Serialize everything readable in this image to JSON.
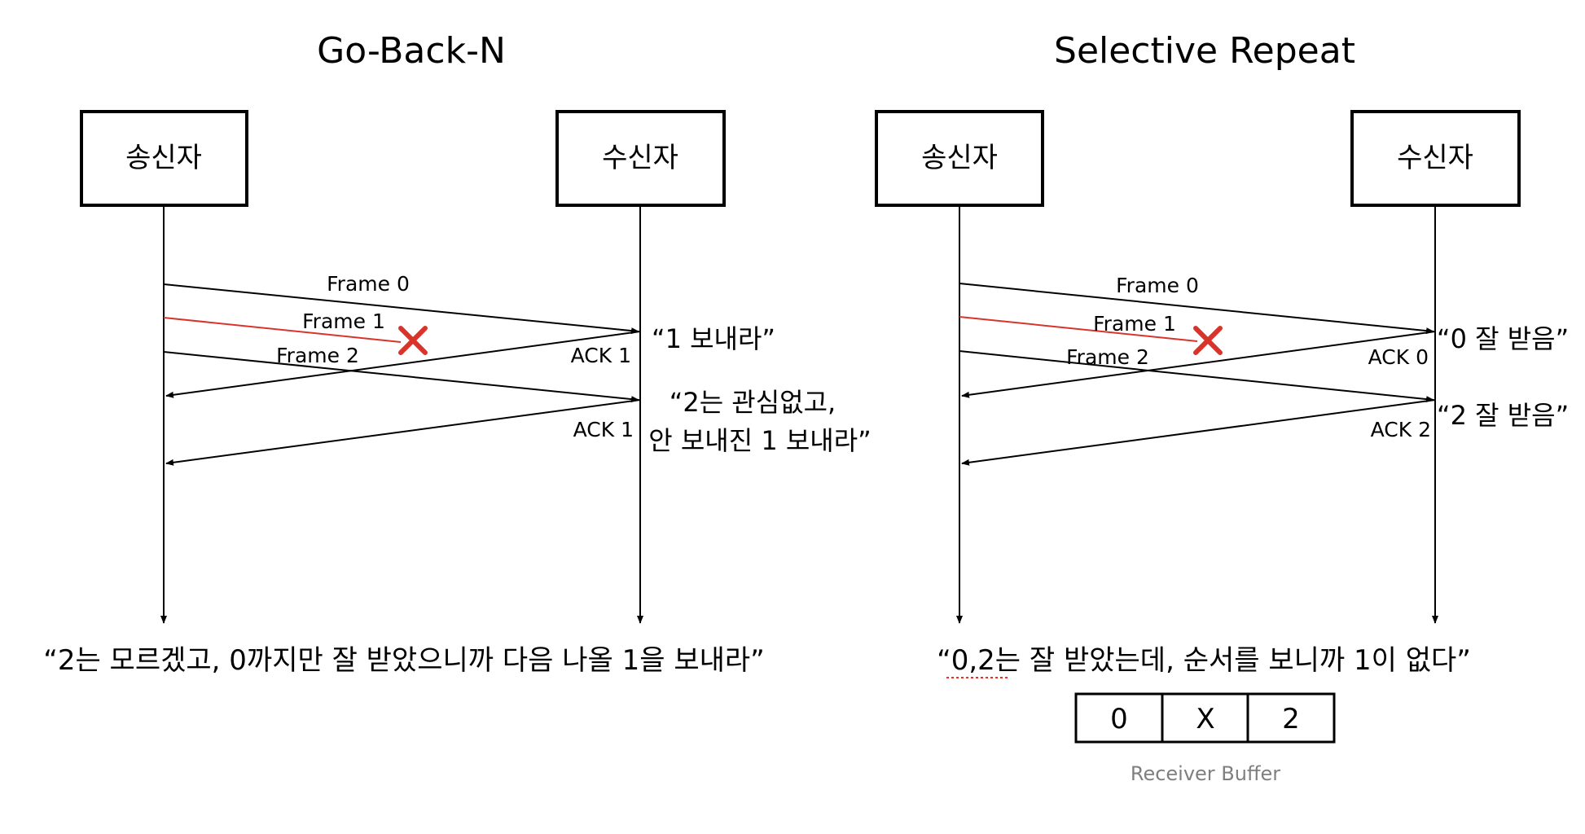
{
  "left": {
    "title": "Go-Back-N",
    "sender": "송신자",
    "receiver": "수신자",
    "frames": [
      "Frame 0",
      "Frame 1",
      "Frame 2"
    ],
    "acks": [
      "ACK 1",
      "ACK 1"
    ],
    "note1": "“1 보내라”",
    "note2_line1": "“2는 관심없고,",
    "note2_line2": "안 보내진 1 보내라”",
    "bottom": "“2는 모르겠고, 0까지만 잘 받았으니까 다음 나올 1을 보내라”"
  },
  "right": {
    "title": "Selective Repeat",
    "sender": "송신자",
    "receiver": "수신자",
    "frames": [
      "Frame 0",
      "Frame 1",
      "Frame 2"
    ],
    "acks": [
      "ACK 0",
      "ACK 2"
    ],
    "note1": "“0 잘 받음”",
    "note2": "“2 잘 받음”",
    "bottom": "“0,2는 잘 받았는데, 순서를 보니까 1이 없다”",
    "buffer": [
      "0",
      "X",
      "2"
    ],
    "buffer_caption": "Receiver Buffer"
  },
  "colors": {
    "lost": "#d9342b",
    "line": "#000000",
    "caption": "#7f7f7f"
  },
  "icons": {
    "lost_marker": "x-mark-icon"
  }
}
